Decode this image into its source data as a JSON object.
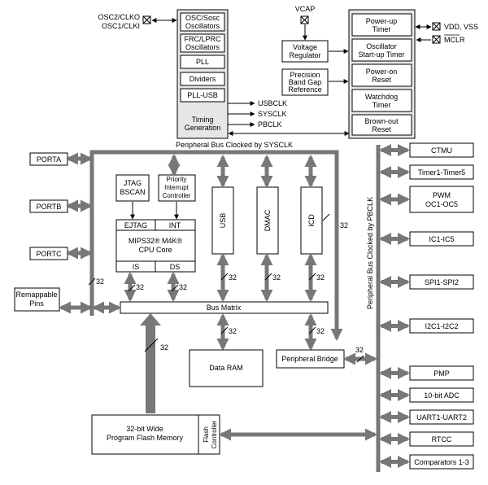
{
  "clocks": {
    "osc2": "OSC2/CLKO",
    "osc1": "OSC1/CLKI",
    "osc_sosc": [
      "OSC/Sosc",
      "Oscillators"
    ],
    "frc_lprc": [
      "FRC/LPRC",
      "Oscillators"
    ],
    "pll": "PLL",
    "dividers": "Dividers",
    "pll_usb": "PLL-USB",
    "timing_gen": [
      "Timing",
      "Generation"
    ],
    "usbclk": "USBCLK",
    "sysclk": "SYSCLK",
    "pbclk": "PBCLK"
  },
  "power": {
    "vcap": "VCAP",
    "voltage_reg": [
      "Voltage",
      "Regulator"
    ],
    "bandgap": [
      "Precision",
      "Band Gap",
      "Reference"
    ],
    "powerup_timer": [
      "Power-up",
      "Timer"
    ],
    "osc_startup": [
      "Oscillator",
      "Start-up Timer"
    ],
    "por": [
      "Power-on",
      "Reset"
    ],
    "wdt": [
      "Watchdog",
      "Timer"
    ],
    "bor": [
      "Brown-out",
      "Reset"
    ],
    "vdd_vss": "VDD, VSS",
    "mclr": "MCLR"
  },
  "buses": {
    "peripheral_bus_sysclk": "Peripheral Bus Clocked by SYSCLK",
    "peripheral_bus_pbclk": "Peripheral Bus Clocked by PBCLK",
    "bus_matrix": "Bus Matrix",
    "width_32": "32"
  },
  "ports": [
    "PORTA",
    "PORTB",
    "PORTC"
  ],
  "remappable": [
    "Remappable",
    "Pins"
  ],
  "cpu": {
    "jtag": [
      "JTAG",
      "BSCAN"
    ],
    "pic": [
      "Priority",
      "Interrupt",
      "Controller"
    ],
    "ejtag": "EJTAG",
    "int": "INT",
    "core_line1": "MIPS32® M4K®",
    "core_line2": "CPU Core",
    "is": "IS",
    "ds": "DS"
  },
  "masters": {
    "usb": "USB",
    "dmac": "DMAC",
    "icd": "ICD"
  },
  "memory": {
    "data_ram": "Data RAM",
    "peripheral_bridge": "Peripheral Bridge",
    "flash": [
      "32-bit Wide",
      "Program Flash Memory"
    ],
    "flash_ctrl": [
      "Flash",
      "Controller"
    ]
  },
  "peripherals": [
    [
      "CTMU"
    ],
    [
      "Timer1-Timer5"
    ],
    [
      "PWM",
      "OC1-OC5"
    ],
    [
      "IC1-IC5"
    ],
    [
      "SPI1-SPI2"
    ],
    [
      "I2C1-I2C2"
    ],
    [
      "PMP"
    ],
    [
      "10-bit ADC"
    ],
    [
      "UART1-UART2"
    ],
    [
      "RTCC"
    ],
    [
      "Comparators 1-3"
    ]
  ]
}
